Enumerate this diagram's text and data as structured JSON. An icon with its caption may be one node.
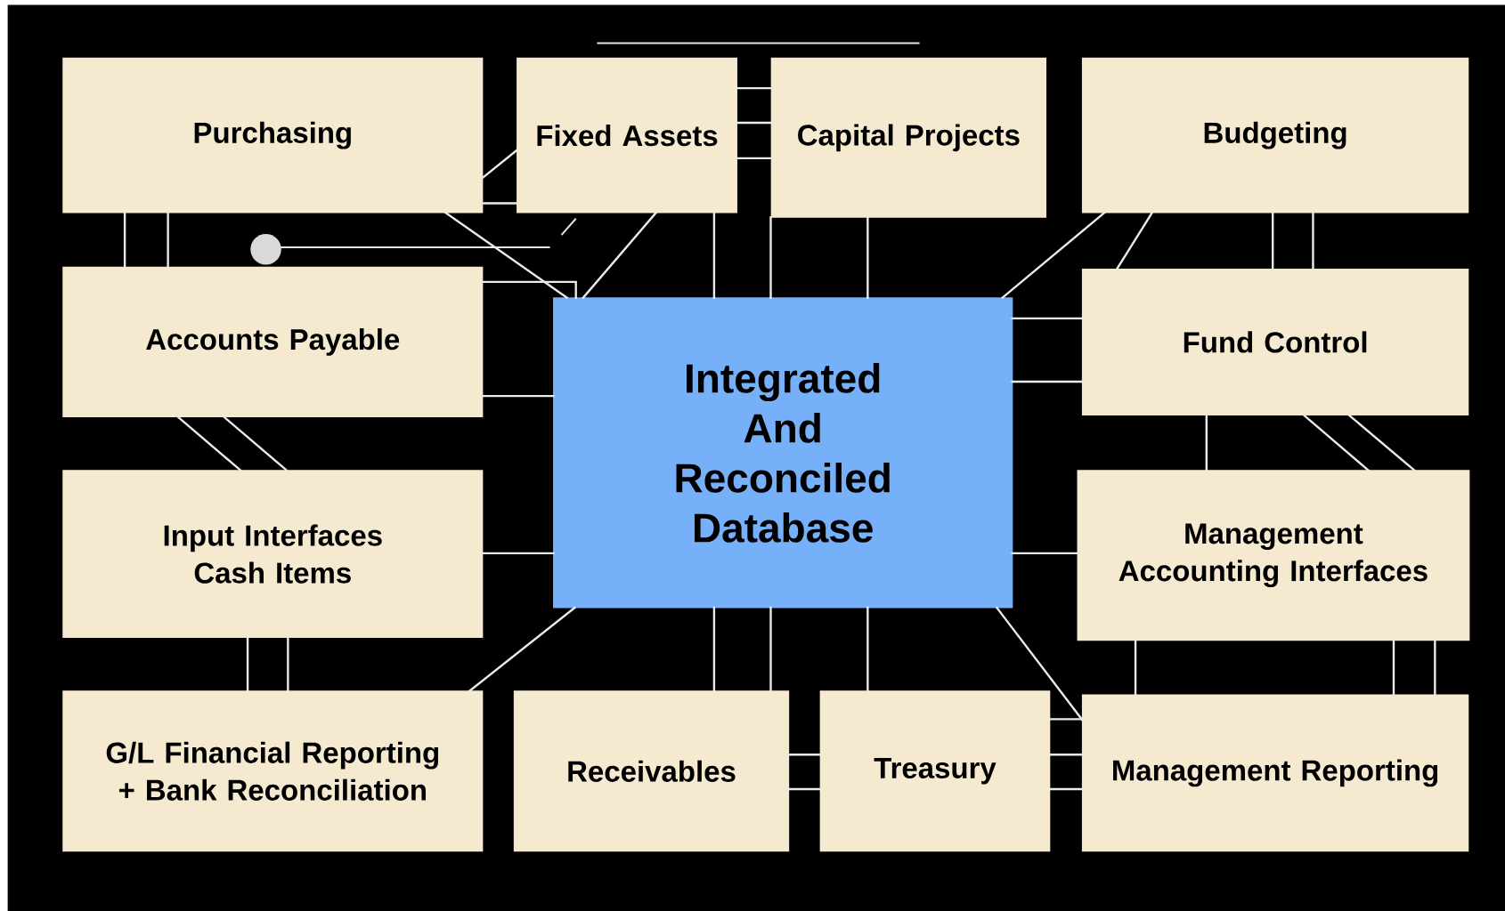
{
  "diagram": {
    "nodes": [
      {
        "text": [
          "Purchasing"
        ]
      },
      {
        "text": [
          "Fixed Assets"
        ]
      },
      {
        "text": [
          "Capital Projects"
        ]
      },
      {
        "text": [
          "Budgeting"
        ]
      },
      {
        "text": [
          "Accounts Payable"
        ]
      },
      {
        "text": [
          "Integrated And Reconciled Database"
        ]
      },
      {
        "text": [
          "Fund Control"
        ]
      },
      {
        "text": [
          "Input Interfaces Cash Items"
        ]
      },
      {
        "text": [
          "Management Accounting Interfaces"
        ]
      },
      {
        "text": [
          "G/L Financial Reporting + Bank Reconciliation"
        ]
      },
      {
        "text": [
          "Receivables"
        ]
      },
      {
        "text": [
          "Treasury"
        ]
      },
      {
        "text": [
          "Management Reporting"
        ]
      }
    ],
    "edges": [
      {
        "from": 0,
        "to": 4,
        "arrow": "none"
      },
      {
        "from": 0,
        "to": 4,
        "arrow": "none"
      },
      {
        "from": 0,
        "to": 1,
        "arrow": "none"
      },
      {
        "from": 0,
        "to": 5,
        "arrow": "none"
      },
      {
        "from": 1,
        "to": 5,
        "arrow": "none"
      },
      {
        "from": 1,
        "to": 5,
        "arrow": "none"
      },
      {
        "from": 1,
        "to": 2,
        "arrow": "none"
      },
      {
        "from": 1,
        "to": 2,
        "arrow": "none"
      },
      {
        "from": 1,
        "to": 2,
        "arrow": "none"
      },
      {
        "from": 2,
        "to": 5,
        "arrow": "none"
      },
      {
        "from": 2,
        "to": 5,
        "arrow": "none"
      },
      {
        "from": 3,
        "to": 5,
        "arrow": "none"
      },
      {
        "from": 3,
        "to": 6,
        "arrow": "none"
      },
      {
        "from": 3,
        "to": 6,
        "arrow": "none"
      },
      {
        "from": 3,
        "to": 6,
        "arrow": "none"
      },
      {
        "from": 6,
        "to": 5,
        "arrow": "none"
      },
      {
        "from": 6,
        "to": 5,
        "arrow": "none"
      },
      {
        "from": 4,
        "to": 5,
        "arrow": "none"
      },
      {
        "from": 4,
        "to": 7,
        "arrow": "none"
      },
      {
        "from": 4,
        "to": 7,
        "arrow": "none"
      },
      {
        "from": 7,
        "to": 5,
        "arrow": "none"
      },
      {
        "from": 7,
        "to": 9,
        "arrow": "none"
      },
      {
        "from": 7,
        "to": 9,
        "arrow": "none"
      },
      {
        "from": 9,
        "to": 5,
        "arrow": "none"
      },
      {
        "from": 10,
        "to": 5,
        "arrow": "none"
      },
      {
        "from": 10,
        "to": 5,
        "arrow": "none"
      },
      {
        "from": 11,
        "to": 5,
        "arrow": "none"
      },
      {
        "from": 10,
        "to": 11,
        "arrow": "none"
      },
      {
        "from": 10,
        "to": 11,
        "arrow": "none"
      },
      {
        "from": 11,
        "to": 12,
        "arrow": "none"
      },
      {
        "from": 11,
        "to": 12,
        "arrow": "none"
      },
      {
        "from": 11,
        "to": 12,
        "arrow": "none"
      },
      {
        "from": 5,
        "to": 12,
        "arrow": "none"
      },
      {
        "from": 5,
        "to": 8,
        "arrow": "none"
      },
      {
        "from": 6,
        "to": 8,
        "arrow": "none"
      },
      {
        "from": 6,
        "to": 8,
        "arrow": "none"
      },
      {
        "from": 6,
        "to": 8,
        "arrow": "none"
      },
      {
        "from": 8,
        "to": 12,
        "arrow": "none"
      },
      {
        "from": 8,
        "to": 12,
        "arrow": "none"
      },
      {
        "from": 8,
        "to": 12,
        "arrow": "none"
      },
      {
        "from": 0,
        "to": 1,
        "arrow": "none"
      },
      {
        "from": 4,
        "to": 5,
        "arrow": "none"
      }
    ]
  }
}
